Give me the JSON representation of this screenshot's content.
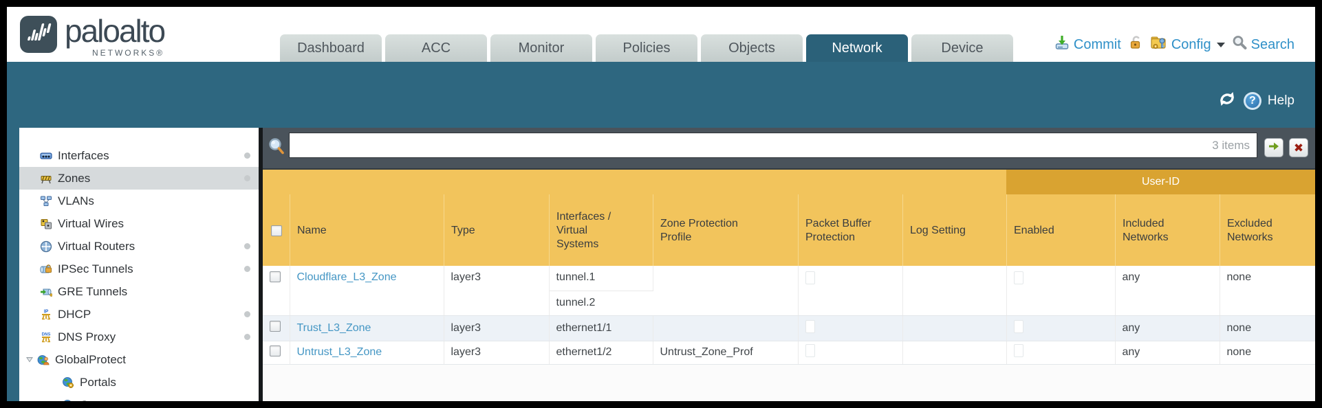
{
  "logo": {
    "brand": "paloalto",
    "suffix": "NETWORKS®"
  },
  "header": {
    "tabs": [
      {
        "label": "Dashboard",
        "active": false
      },
      {
        "label": "ACC",
        "active": false
      },
      {
        "label": "Monitor",
        "active": false
      },
      {
        "label": "Policies",
        "active": false
      },
      {
        "label": "Objects",
        "active": false
      },
      {
        "label": "Network",
        "active": true
      },
      {
        "label": "Device",
        "active": false
      }
    ],
    "actions": {
      "commit": "Commit",
      "config": "Config",
      "search": "Search"
    }
  },
  "band": {
    "help": "Help"
  },
  "sidebar": {
    "items": [
      {
        "label": "Interfaces",
        "dot": true
      },
      {
        "label": "Zones",
        "dot": true,
        "selected": true
      },
      {
        "label": "VLANs",
        "dot": false
      },
      {
        "label": "Virtual Wires",
        "dot": false
      },
      {
        "label": "Virtual Routers",
        "dot": true
      },
      {
        "label": "IPSec Tunnels",
        "dot": true
      },
      {
        "label": "GRE Tunnels",
        "dot": false
      },
      {
        "label": "DHCP",
        "dot": true
      },
      {
        "label": "DNS Proxy",
        "dot": true
      },
      {
        "label": "GlobalProtect",
        "dot": false,
        "expanded": true
      },
      {
        "label": "Portals",
        "dot": false,
        "child": true
      },
      {
        "label": "Gateways",
        "dot": false,
        "child": true
      }
    ]
  },
  "toolbar": {
    "items_count": "3 items"
  },
  "table": {
    "group_header": "User-ID",
    "columns": [
      "Name",
      "Type",
      "Interfaces / Virtual Systems",
      "Zone Protection Profile",
      "Packet Buffer Protection",
      "Log Setting",
      "Enabled",
      "Included Networks",
      "Excluded Networks"
    ],
    "rows": [
      {
        "name": "Cloudflare_L3_Zone",
        "type": "layer3",
        "interfaces": [
          "tunnel.1",
          "tunnel.2"
        ],
        "zone_protection_profile": "",
        "log_setting": "",
        "included_networks": "any",
        "excluded_networks": "none"
      },
      {
        "name": "Trust_L3_Zone",
        "type": "layer3",
        "interfaces": [
          "ethernet1/1"
        ],
        "zone_protection_profile": "",
        "log_setting": "",
        "included_networks": "any",
        "excluded_networks": "none"
      },
      {
        "name": "Untrust_L3_Zone",
        "type": "layer3",
        "interfaces": [
          "ethernet1/2"
        ],
        "zone_protection_profile": "Untrust_Zone_Prof",
        "log_setting": "",
        "included_networks": "any",
        "excluded_networks": "none"
      }
    ]
  },
  "colors": {
    "teal_band": "#2e6780",
    "active_tab": "#2b6179",
    "header_gold": "#f2c45c",
    "userid_gold": "#d9a331",
    "search_bar": "#4a535b",
    "link_blue": "#4496c4",
    "action_blue": "#2f90c8",
    "alt_row": "#edf2f7"
  },
  "icons": [
    "paloalto-logo-icon",
    "commit-icon",
    "lock-icon",
    "config-icon",
    "search-icon",
    "refresh-icon",
    "help-icon",
    "magnifier-icon",
    "go-arrow-icon",
    "clear-x-icon",
    "interfaces-icon",
    "zones-icon",
    "vlans-icon",
    "virtual-wires-icon",
    "virtual-routers-icon",
    "ipsec-tunnels-icon",
    "gre-tunnels-icon",
    "dhcp-icon",
    "dns-proxy-icon",
    "globalprotect-icon",
    "portals-icon",
    "gateways-icon"
  ]
}
